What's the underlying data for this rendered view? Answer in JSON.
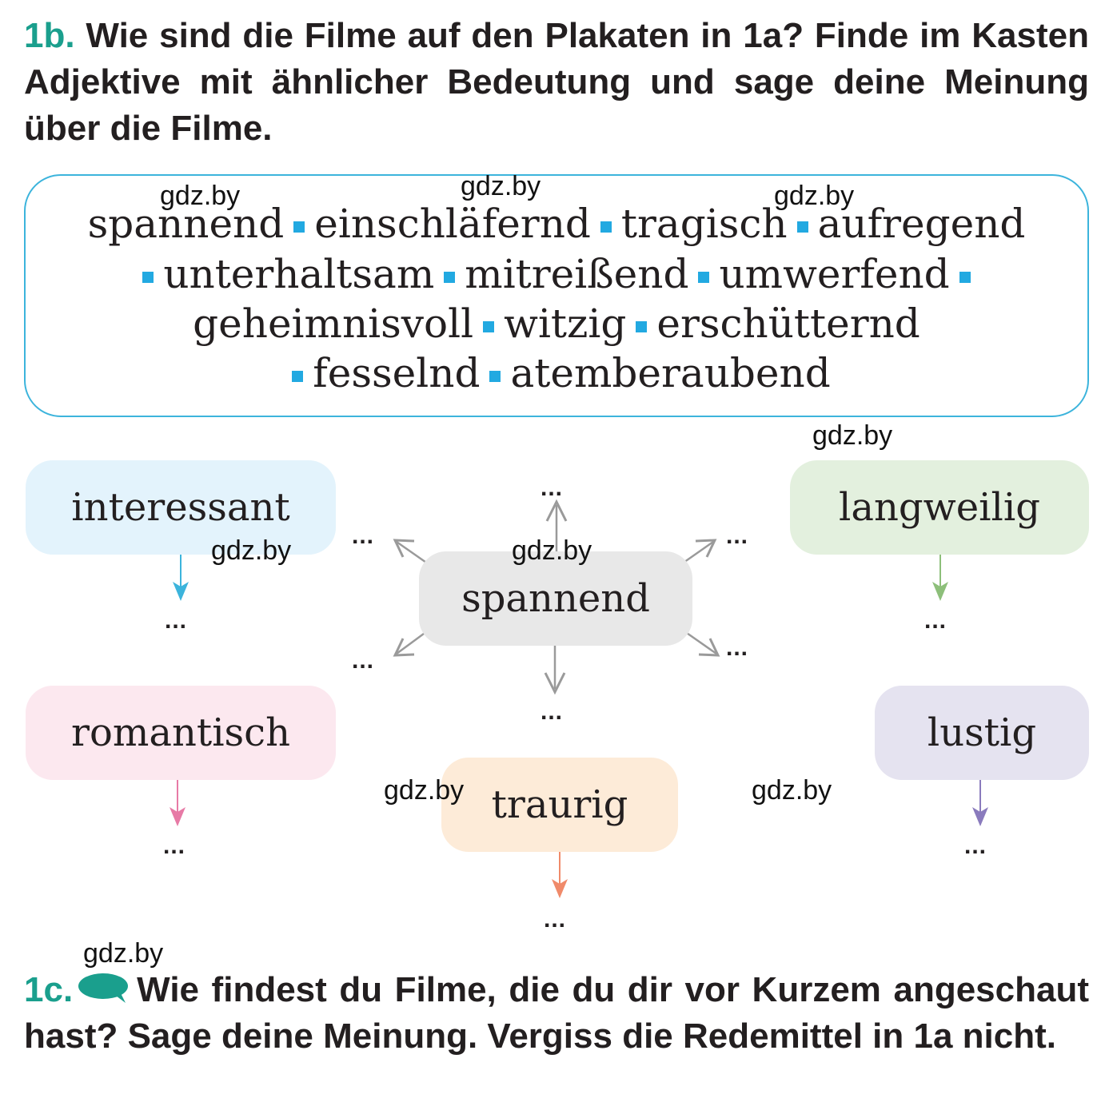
{
  "task_1b": {
    "number": "1b.",
    "text": "Wie sind die Filme auf den Plakaten in 1a? Finde im Kasten Adjektive mit ähnlicher Bedeutung und sage deine Meinung über die Filme."
  },
  "word_box": {
    "lines": [
      [
        "spannend",
        "einschläfernd",
        "tragisch",
        "aufregend"
      ],
      [
        "unterhaltsam",
        "mitreißend",
        "umwerfend"
      ],
      [
        "geheimnisvoll",
        "witzig",
        "erschütternd"
      ],
      [
        "fesselnd",
        "atemberaubend"
      ]
    ]
  },
  "categories": {
    "interessant": "interessant",
    "langweilig": "langweilig",
    "spannend": "spannend",
    "romantisch": "romantisch",
    "lustig": "lustig",
    "traurig": "traurig"
  },
  "placeholder": "...",
  "watermark": "gdz.by",
  "task_1c": {
    "number": "1c.",
    "text": "Wie findest du Filme, die du dir vor Kurzem angeschaut hast? Sage deine Meinung. Vergiss die Redemittel in 1a nicht."
  },
  "colors": {
    "task_number": "#1a9f8d",
    "box_border": "#3cb4dc",
    "bullet": "#22a9e1",
    "interessant_bg": "#e3f3fc",
    "langweilig_bg": "#e3f0de",
    "spannend_bg": "#e8e8e8",
    "romantisch_bg": "#fce8ef",
    "lustig_bg": "#e5e3f0",
    "traurig_bg": "#fdebd8"
  }
}
